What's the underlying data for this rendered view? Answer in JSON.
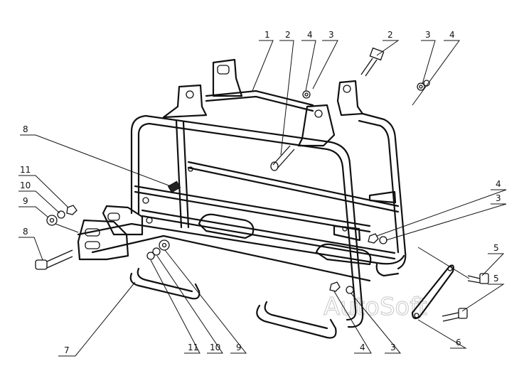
{
  "watermark": "AutoSoft",
  "callouts": [
    {
      "id": "c1",
      "text": "1"
    },
    {
      "id": "c2a",
      "text": "2"
    },
    {
      "id": "c4a",
      "text": "4"
    },
    {
      "id": "c3a",
      "text": "3"
    },
    {
      "id": "c2b",
      "text": "2"
    },
    {
      "id": "c3b",
      "text": "3"
    },
    {
      "id": "c4b",
      "text": "4"
    },
    {
      "id": "c8a",
      "text": "8"
    },
    {
      "id": "c11a",
      "text": "11"
    },
    {
      "id": "c10a",
      "text": "10"
    },
    {
      "id": "c9a",
      "text": "9"
    },
    {
      "id": "c8b",
      "text": "8"
    },
    {
      "id": "c4c",
      "text": "4"
    },
    {
      "id": "c3c",
      "text": "3"
    },
    {
      "id": "c5a",
      "text": "5"
    },
    {
      "id": "c5b",
      "text": "5"
    },
    {
      "id": "c6",
      "text": "6"
    },
    {
      "id": "c7",
      "text": "7"
    },
    {
      "id": "c11b",
      "text": "11"
    },
    {
      "id": "c10b",
      "text": "10"
    },
    {
      "id": "c9b",
      "text": "9"
    },
    {
      "id": "c4d",
      "text": "4"
    },
    {
      "id": "c3d",
      "text": "3"
    }
  ]
}
